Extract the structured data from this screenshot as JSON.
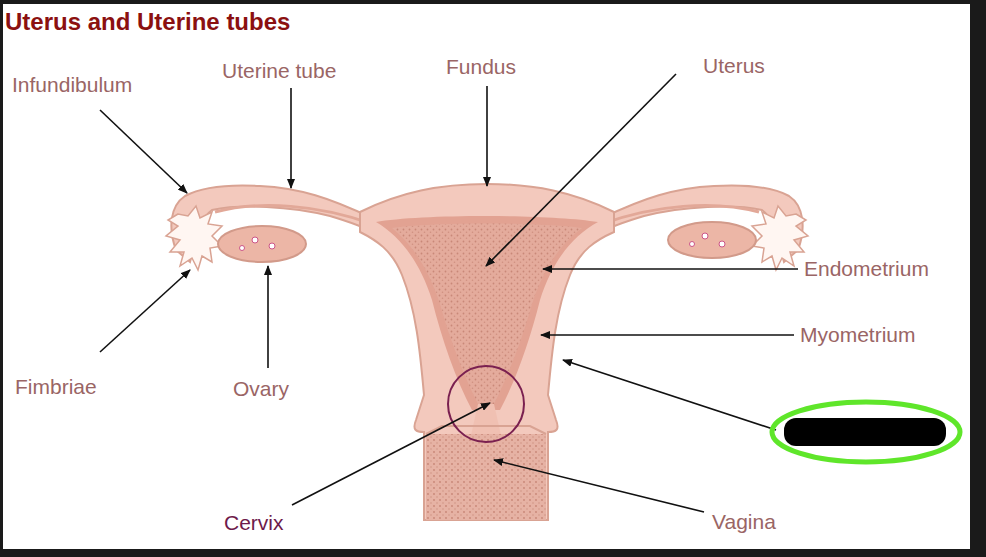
{
  "diagram": {
    "title": "Uterus and Uterine tubes",
    "labels": [
      "Infundibulum",
      "Uterine tube",
      "Fundus",
      "Uterus",
      "Endometrium",
      "Myometrium",
      "Fimbriae",
      "Ovary",
      "Cervix",
      "Vagina"
    ]
  }
}
